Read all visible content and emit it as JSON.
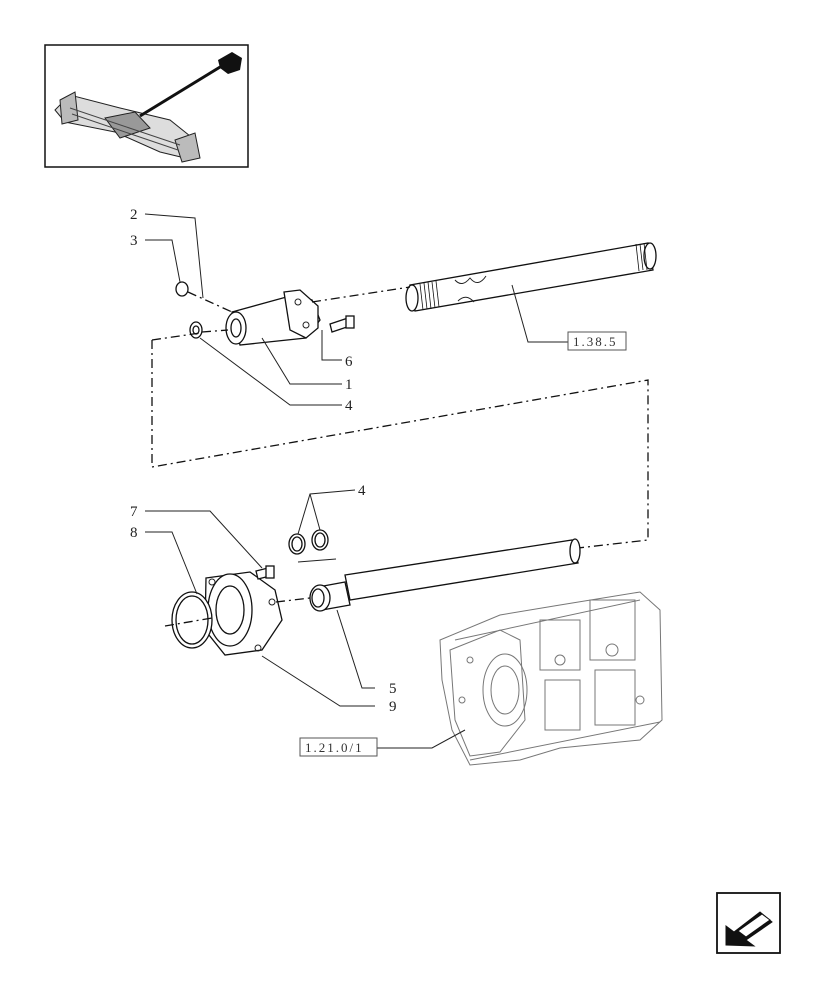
{
  "callouts": {
    "c1": "1",
    "c2": "2",
    "c3": "3",
    "c4a": "4",
    "c4b": "4",
    "c5": "5",
    "c6": "6",
    "c7": "7",
    "c8": "8",
    "c9": "9"
  },
  "references": {
    "shaft_ref": "1.38.5",
    "housing_ref": "1.21.0/1"
  },
  "icons": {
    "thumbnail": "tractor-front-axle-thumbnail",
    "nav": "previous-page-arrow-icon"
  }
}
